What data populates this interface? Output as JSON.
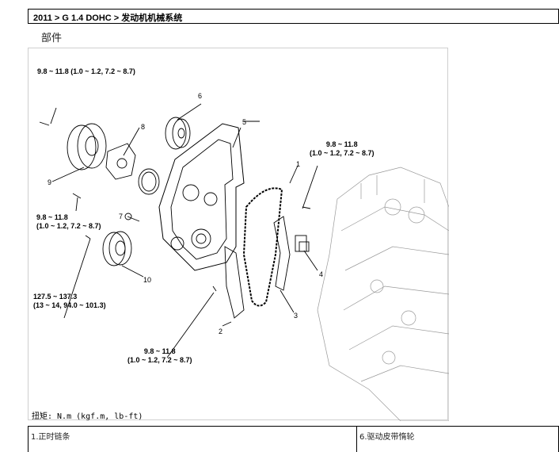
{
  "header": {
    "breadcrumb": "2011 > G 1.4 DOHC > 发动机机械系统"
  },
  "section_title": "部件",
  "figure": {
    "torque_specs": [
      {
        "id": "t-top-left",
        "line1": "9.8 ~ 11.8 (1.0 ~ 1.2, 7.2 ~ 8.7)",
        "line2": ""
      },
      {
        "id": "t-right",
        "line1": "9.8 ~ 11.8",
        "line2": "(1.0 ~ 1.2, 7.2 ~ 8.7)"
      },
      {
        "id": "t-mid-left",
        "line1": "9.8 ~ 11.8",
        "line2": "(1.0 ~ 1.2, 7.2 ~ 8.7)"
      },
      {
        "id": "t-pulley",
        "line1": "127.5 ~ 137.3",
        "line2": "(13 ~ 14, 94.0 ~ 101.3)"
      },
      {
        "id": "t-bottom",
        "line1": "9.8 ~ 11.8",
        "line2": "(1.0 ~ 1.2, 7.2 ~ 8.7)"
      }
    ],
    "callouts": [
      "1",
      "2",
      "3",
      "4",
      "5",
      "6",
      "7",
      "8",
      "9",
      "10"
    ],
    "units_note": "扭矩: N.m (kgf.m, lb-ft)"
  },
  "legend": [
    {
      "text": "1.正时链条"
    },
    {
      "text": "6.驱动皮带惰轮"
    }
  ]
}
